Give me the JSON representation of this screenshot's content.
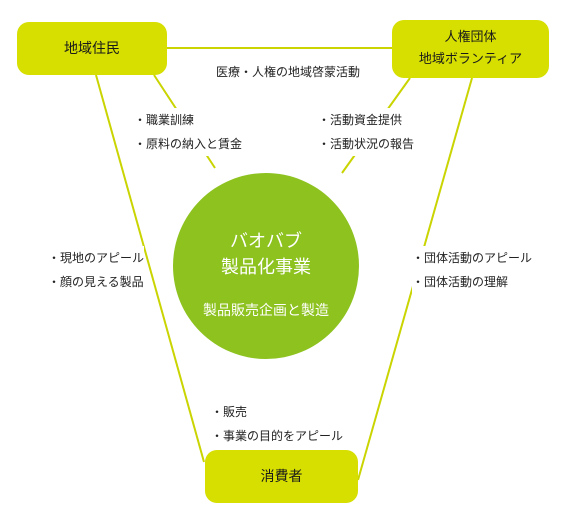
{
  "nodes": {
    "residents": "地域住民",
    "groups": [
      "人権団体",
      "地域ボランティア"
    ],
    "consumers": "消費者"
  },
  "center": {
    "line1": "バオバブ",
    "line2": "製品化事業",
    "line3": "製品販売企画と製造"
  },
  "edges": {
    "top": "医療・人権の地域啓蒙活動",
    "left_top": [
      "・職業訓練",
      "・原料の納入と賃金"
    ],
    "right_top": [
      "・活動資金提供",
      "・活動状況の報告"
    ],
    "left": [
      "・現地のアピール",
      "・顔の見える製品"
    ],
    "right": [
      "・団体活動のアピール",
      "・団体活動の理解"
    ],
    "bottom": [
      "・販売",
      "・事業の目的をアピール"
    ]
  },
  "colors": {
    "node_fill": "#d6df00",
    "center_fill": "#8dc21f",
    "line": "#c9d400"
  }
}
